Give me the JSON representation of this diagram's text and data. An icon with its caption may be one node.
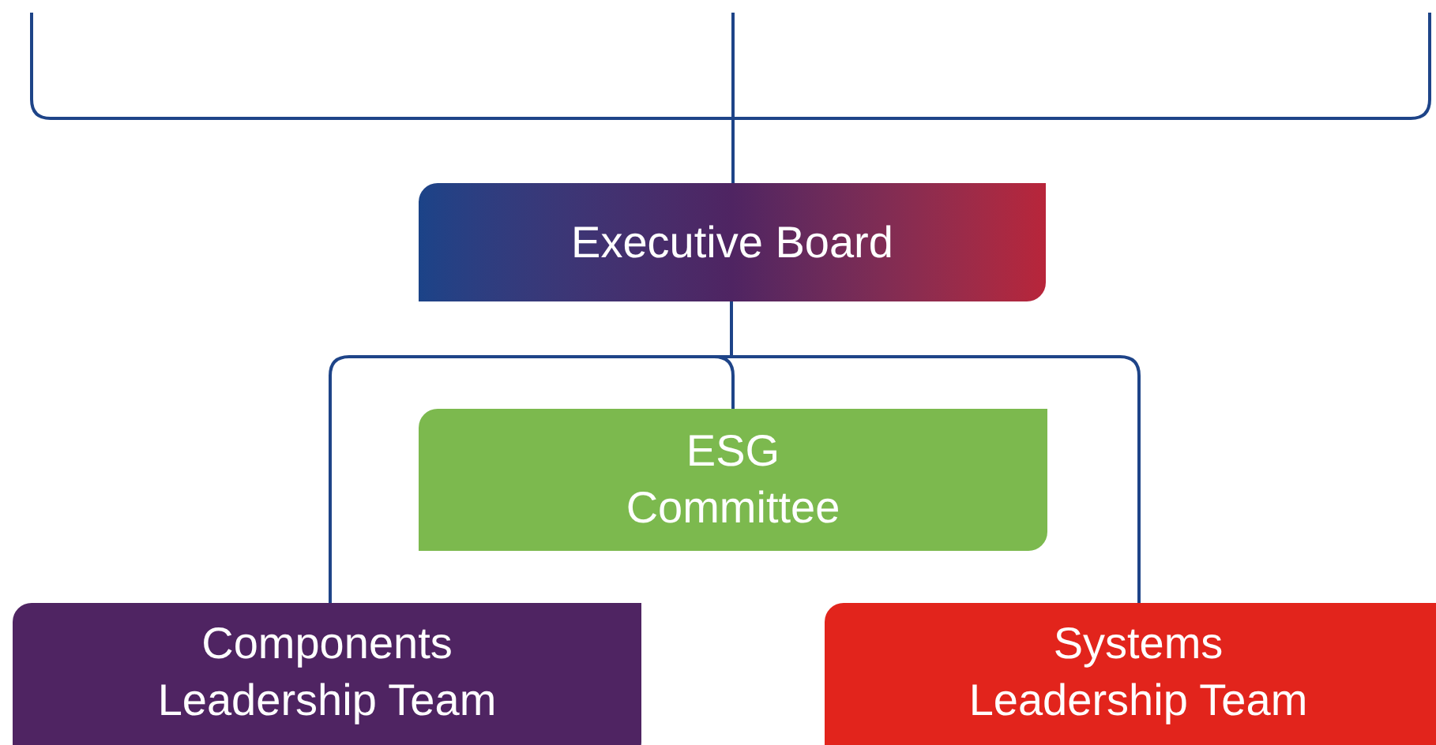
{
  "diagram": {
    "nodes": [
      {
        "text": [
          "Executive Board"
        ]
      },
      {
        "text": [
          "ESG Committee"
        ]
      },
      {
        "text": [
          "Components Leadership Team"
        ]
      },
      {
        "text": [
          "Systems Leadership Team"
        ]
      }
    ],
    "edges": [
      {
        "from": null,
        "to": 0,
        "arrow": "none"
      },
      {
        "from": null,
        "to": 0,
        "arrow": "none"
      },
      {
        "from": null,
        "to": 0,
        "arrow": "none"
      },
      {
        "from": 0,
        "to": 1,
        "arrow": "none"
      },
      {
        "from": 0,
        "to": 2,
        "arrow": "none"
      },
      {
        "from": 0,
        "to": 3,
        "arrow": "none"
      }
    ]
  }
}
